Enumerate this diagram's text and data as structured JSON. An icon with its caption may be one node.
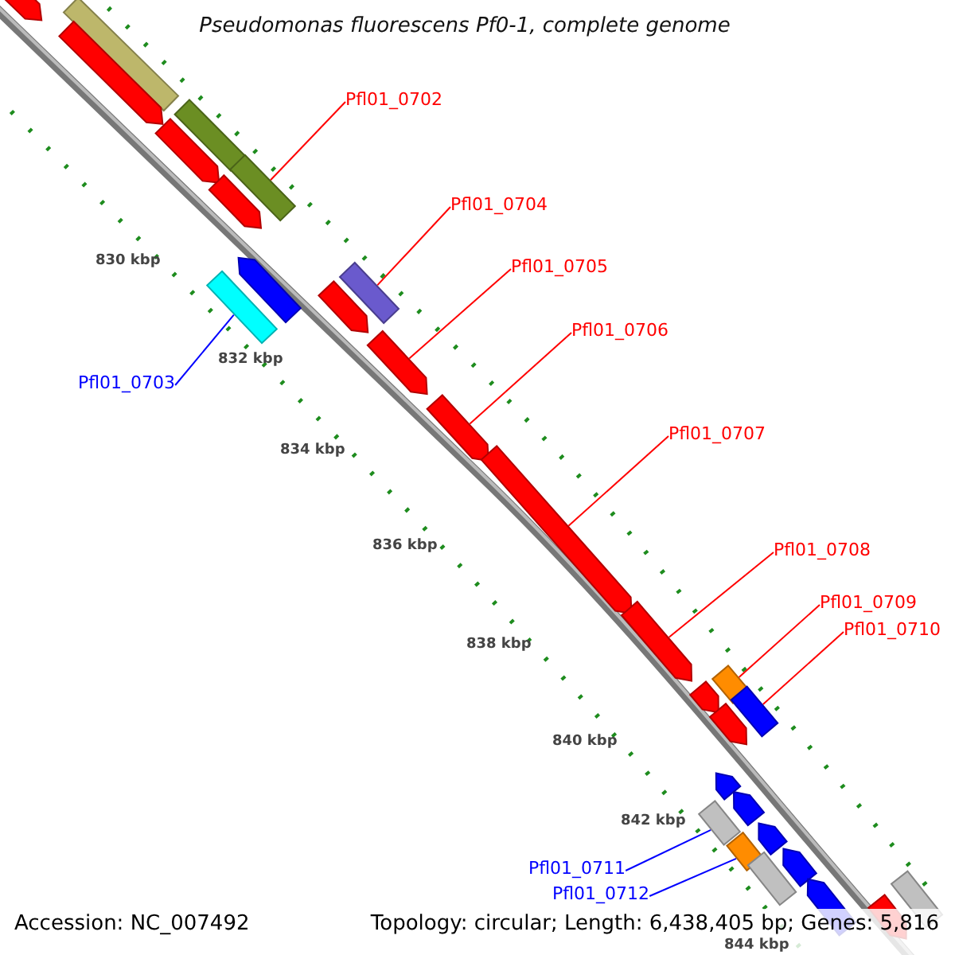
{
  "diagram": {
    "title": "Pseudomonas fluorescens Pf0-1, complete genome",
    "nodes": [
      {
        "text": [
          "Pfl01_0702"
        ]
      },
      {
        "text": [
          "Pfl01_0704"
        ]
      },
      {
        "text": [
          "Pfl01_0705"
        ]
      },
      {
        "text": [
          "Pfl01_0706"
        ]
      },
      {
        "text": [
          "Pfl01_0707"
        ]
      },
      {
        "text": [
          "Pfl01_0708"
        ]
      },
      {
        "text": [
          "Pfl01_0709"
        ]
      },
      {
        "text": [
          "Pfl01_0710"
        ]
      },
      {
        "text": [
          "Pfl01_0703"
        ]
      },
      {
        "text": [
          "Pfl01_0711"
        ]
      },
      {
        "text": [
          "Pfl01_0712"
        ]
      },
      {
        "text": [],
        "shape": "arrow"
      },
      {
        "text": [],
        "shape": "bar"
      },
      {
        "text": [],
        "shape": "arrow"
      },
      {
        "text": [],
        "shape": "bar"
      },
      {
        "text": [],
        "shape": "arrow"
      },
      {
        "text": [],
        "shape": "bar"
      },
      {
        "text": [],
        "shape": "arrow"
      },
      {
        "text": [],
        "shape": "arrow"
      },
      {
        "text": [],
        "shape": "bar"
      },
      {
        "text": [],
        "shape": "bar"
      },
      {
        "text": [],
        "shape": "arrow"
      },
      {
        "text": [],
        "shape": "arrow"
      },
      {
        "text": [],
        "shape": "arrow"
      },
      {
        "text": [],
        "shape": "arrow"
      },
      {
        "text": [],
        "shape": "arrow"
      },
      {
        "text": [],
        "shape": "bar"
      },
      {
        "text": [],
        "shape": "arrow"
      },
      {
        "text": [],
        "shape": "bar"
      },
      {
        "text": [],
        "shape": "arrow"
      },
      {
        "text": [],
        "shape": "arrow"
      },
      {
        "text": [],
        "shape": "arrow"
      },
      {
        "text": [],
        "shape": "bar"
      },
      {
        "text": [],
        "shape": "arrow"
      },
      {
        "text": [],
        "shape": "bar"
      },
      {
        "text": [],
        "shape": "arrow"
      },
      {
        "text": [],
        "shape": "bar"
      },
      {
        "text": [],
        "shape": "arrow"
      },
      {
        "text": [],
        "shape": "bar"
      },
      {
        "text": [],
        "shape": "arrow"
      }
    ],
    "edges": [
      {
        "from": 0,
        "to": 16,
        "arrow": "none"
      },
      {
        "from": 1,
        "to": 19,
        "arrow": "none"
      },
      {
        "from": 2,
        "to": 22,
        "arrow": "none"
      },
      {
        "from": 3,
        "to": 23,
        "arrow": "none"
      },
      {
        "from": 4,
        "to": 24,
        "arrow": "none"
      },
      {
        "from": 5,
        "to": 25,
        "arrow": "none"
      },
      {
        "from": 6,
        "to": 26,
        "arrow": "none"
      },
      {
        "from": 7,
        "to": 28,
        "arrow": "none"
      },
      {
        "from": 8,
        "to": 20,
        "arrow": "none",
        "color": "#0000ff"
      },
      {
        "from": 9,
        "to": 32,
        "arrow": "none",
        "color": "#0000ff"
      },
      {
        "from": 10,
        "to": 34,
        "arrow": "none",
        "color": "#0000ff"
      }
    ],
    "labels": [
      "830 kbp",
      "832 kbp",
      "834 kbp",
      "836 kbp",
      "838 kbp",
      "840 kbp",
      "842 kbp",
      "844 kbp",
      "Accession: NC_007492",
      "Topology: circular; Length: 6,438,405 bp; Genes: 5,816"
    ]
  }
}
